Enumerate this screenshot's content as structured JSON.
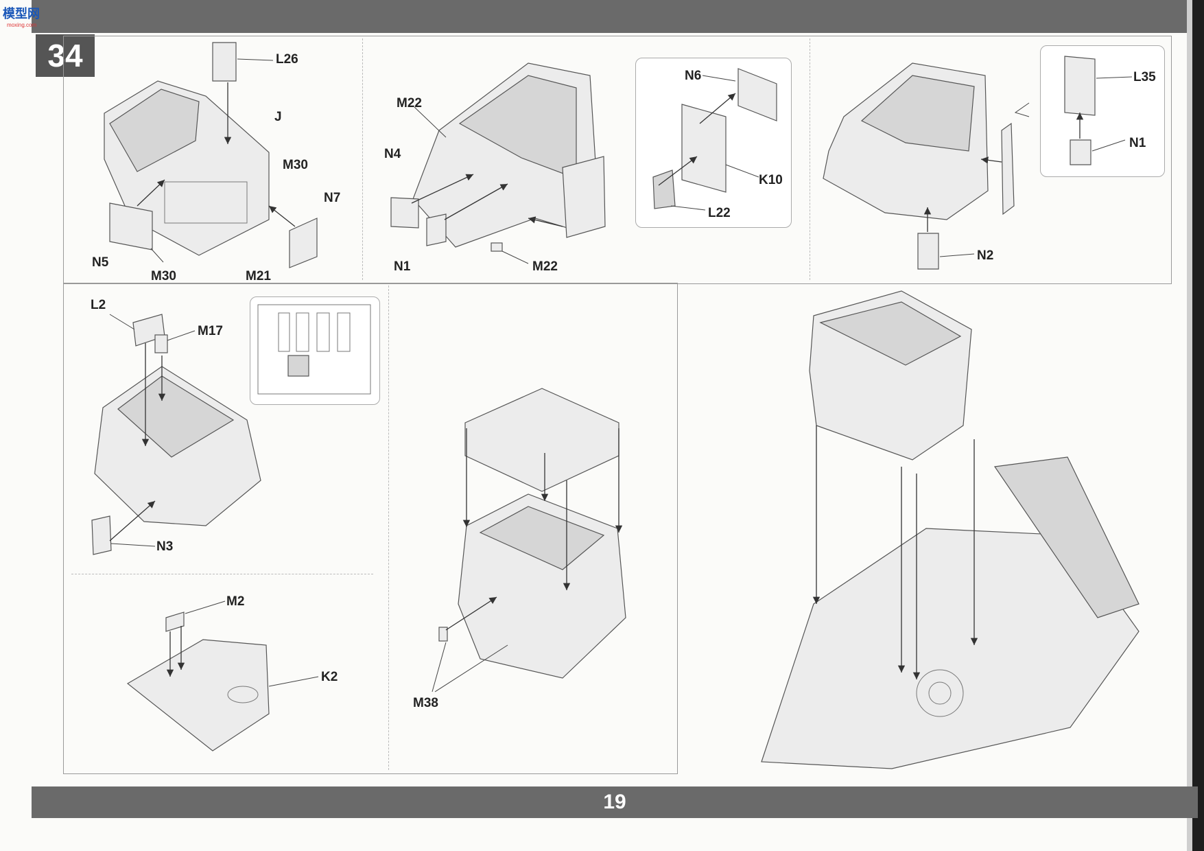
{
  "watermark": {
    "logo_text": "模型网",
    "sub_text": "moxing.com"
  },
  "step": {
    "number": "34"
  },
  "page": {
    "number": "19"
  },
  "labels": {
    "L26": "L26",
    "J": "J",
    "M30": "M30",
    "N7": "N7",
    "N5": "N5",
    "M30b": "M30",
    "M21": "M21",
    "M22": "M22",
    "N4": "N4",
    "N1": "N1",
    "M22b": "M22",
    "N6": "N6",
    "K10": "K10",
    "L22": "L22",
    "L35": "L35",
    "N1b": "N1",
    "N2": "N2",
    "L2": "L2",
    "M17": "M17",
    "N3": "N3",
    "M2": "M2",
    "K2": "K2",
    "M38": "M38"
  },
  "colors": {
    "bar": "#6a6a6a",
    "part_fill": "#ececec",
    "part_stroke": "#555555"
  }
}
